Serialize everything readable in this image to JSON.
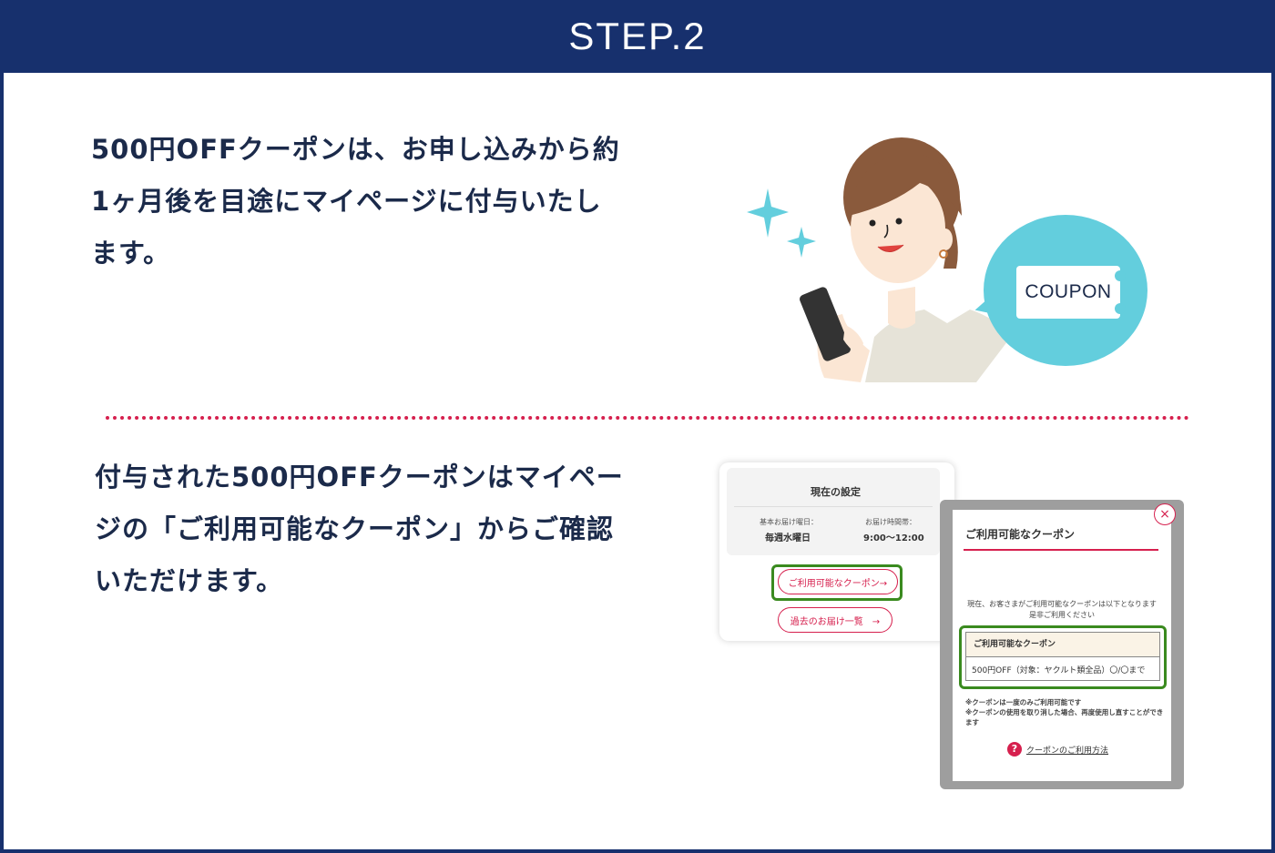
{
  "header": {
    "title": "STEP.2"
  },
  "section1": {
    "line1": "500円OFFクーポンは、お申し込みから約",
    "line2": "1ヶ月後を目途にマイページに付与いたし",
    "line3": "ます。"
  },
  "illustration": {
    "coupon_label": "COUPON"
  },
  "section2": {
    "line1": "付与された500円OFFクーポンはマイペー",
    "line2": "ジの「ご利用可能なクーポン」からご確認",
    "line3": "いただけます。"
  },
  "mock_settings": {
    "title": "現在の設定",
    "delivery_day_label": "基本お届け曜日：",
    "delivery_day_value": "毎週水曜日",
    "delivery_time_label": "お届け時間帯：",
    "delivery_time_value": "9:00〜12:00",
    "available_coupon_button": "ご利用可能なクーポン→",
    "past_deliveries_button": "過去のお届け一覧　→"
  },
  "mock_modal": {
    "title": "ご利用可能なクーポン",
    "close": "×",
    "intro_line1": "現在、お客さまがご利用可能なクーポンは以下となります",
    "intro_line2": "是非ご利用ください",
    "table_header": "ご利用可能なクーポン",
    "coupon_row": "500円OFF（対象：ヤクルト類全品）〇/〇まで",
    "note1": "※クーポンは一度のみご利用可能です",
    "note2": "※クーポンの使用を取り消した場合、再度使用し直すことができます",
    "help_link": "クーポンのご利用方法"
  },
  "colors": {
    "header_bg": "#17306d",
    "accent_red": "#d6204e",
    "bubble": "#63cedd",
    "highlight_green": "#3a8a1f"
  }
}
